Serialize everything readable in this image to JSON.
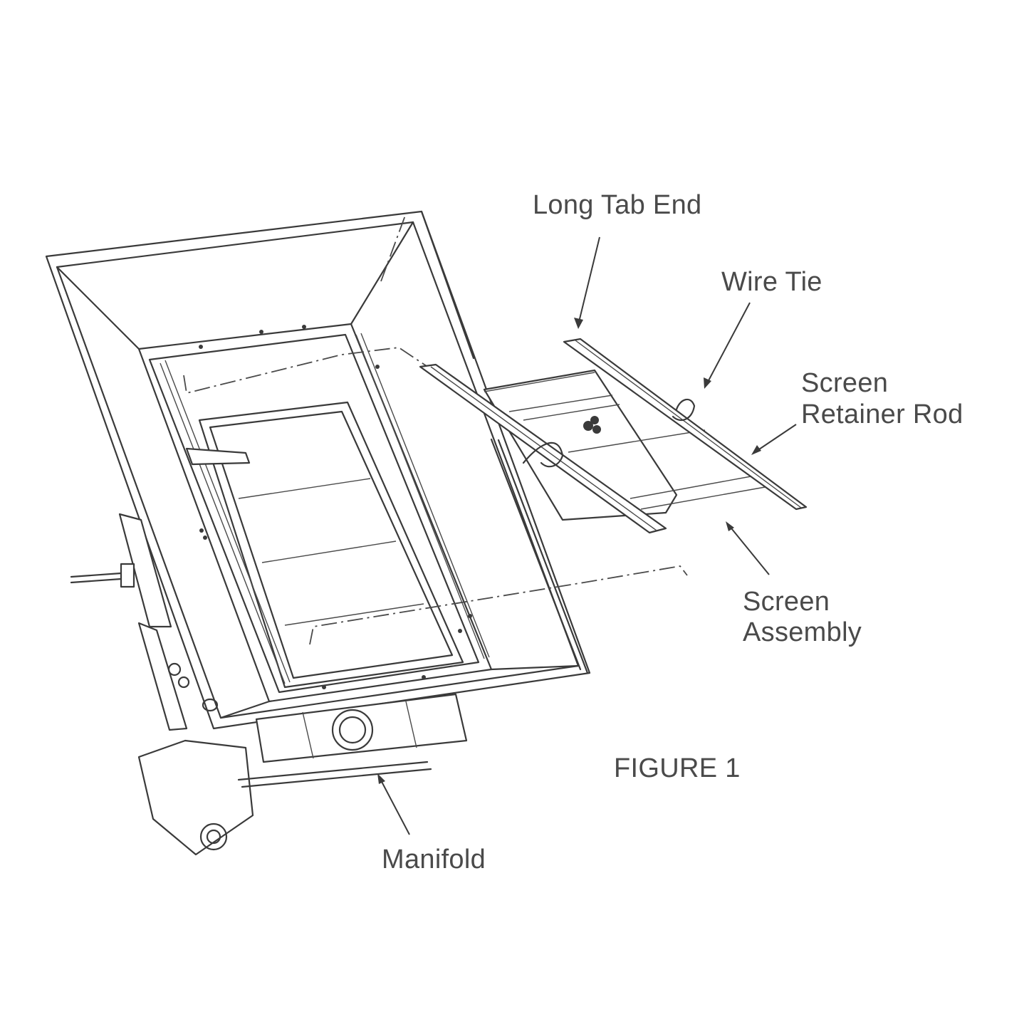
{
  "figure": {
    "title": "FIGURE 1",
    "labels": {
      "long_tab_end": "Long Tab End",
      "wire_tie": "Wire Tie",
      "screen_retainer_rod_line1": "Screen",
      "screen_retainer_rod_line2": "Retainer Rod",
      "screen_assembly_line1": "Screen",
      "screen_assembly_line2": "Assembly",
      "manifold": "Manifold"
    },
    "colors": {
      "line": "#3a3a3a",
      "text": "#4a4a4a",
      "background": "#ffffff"
    }
  }
}
